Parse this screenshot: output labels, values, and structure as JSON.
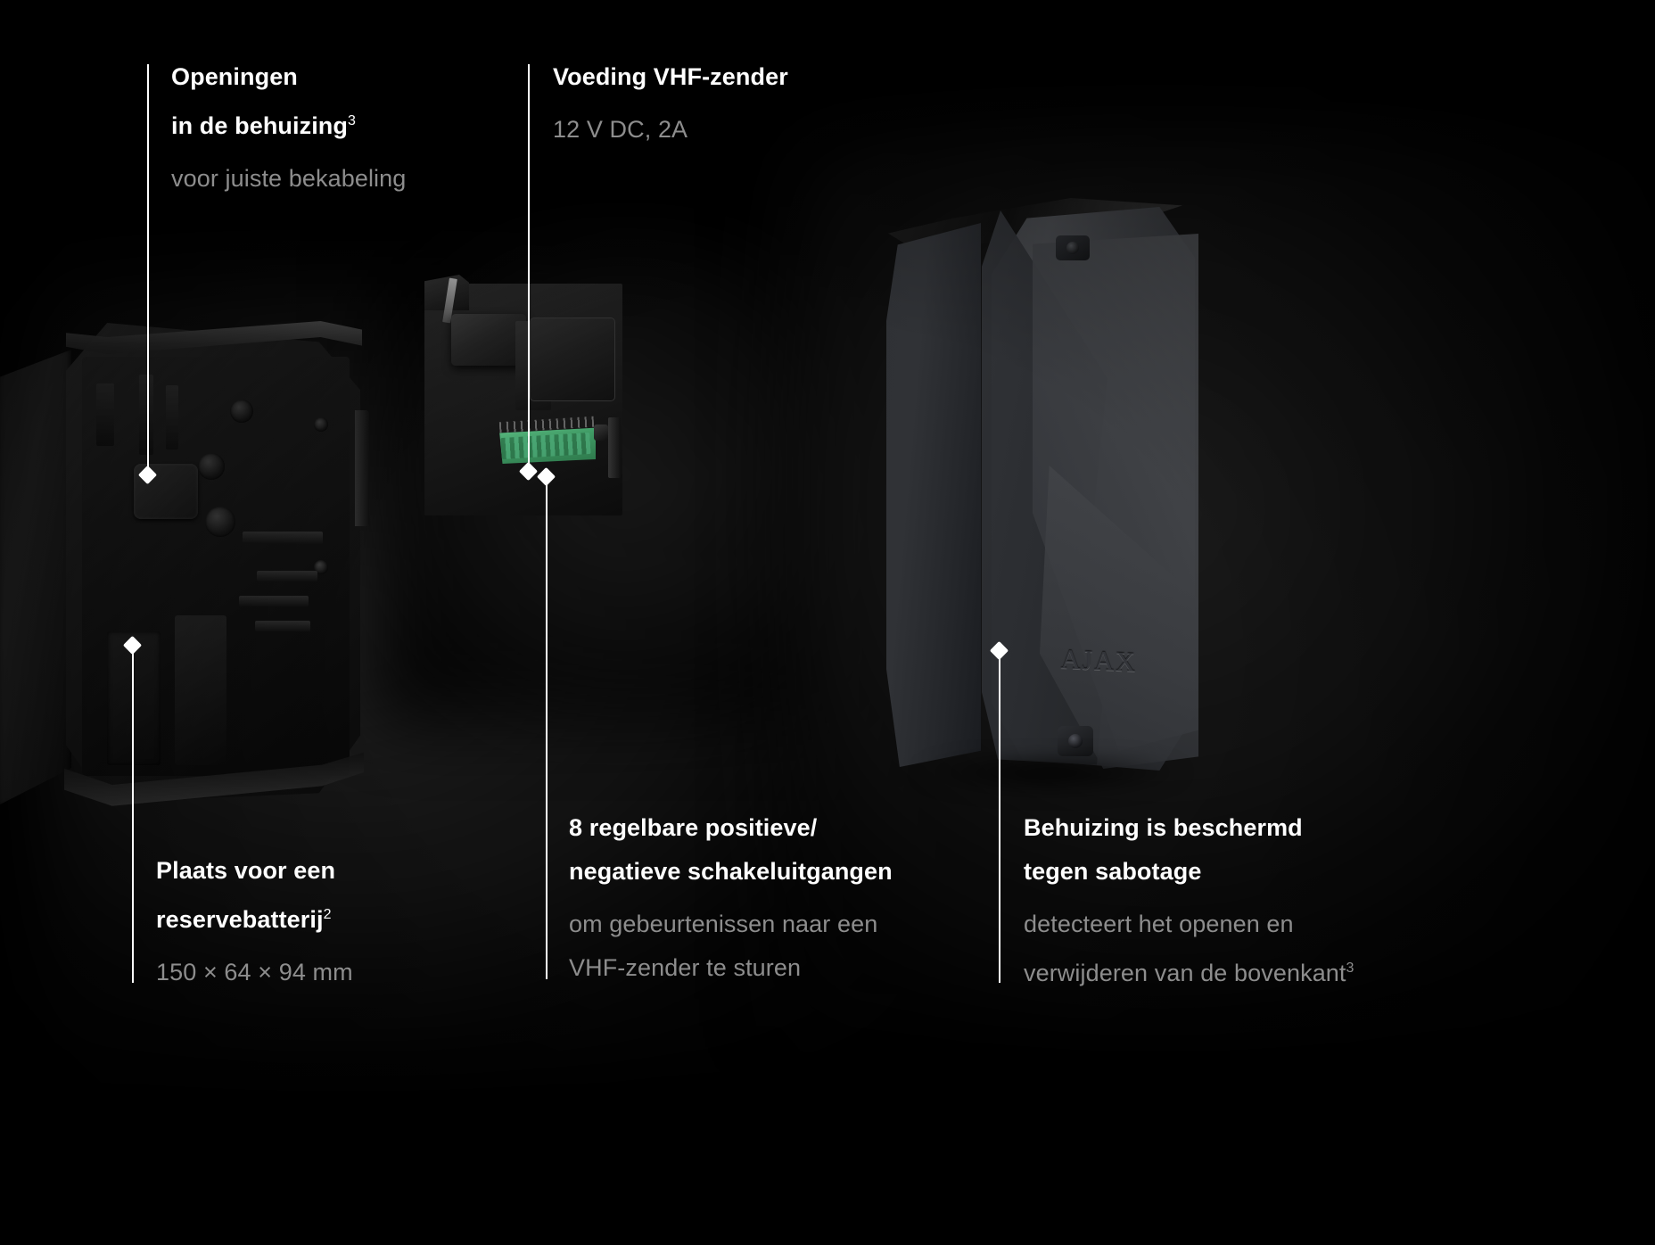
{
  "page": {
    "background_color": "#000000",
    "title_color": "#ffffff",
    "subtitle_color": "#8d8d8d",
    "accent_color": "#3f9a64"
  },
  "callouts": [
    {
      "id": "openings-in-housing",
      "title": "Openingen\nin de behuizing",
      "title_superscript": "3",
      "subtitle": "voor juiste bekabeling",
      "subtitle_superscript": "",
      "position": "top-left"
    },
    {
      "id": "vhf-transmitter-power",
      "title": "Voeding VHF-zender",
      "title_superscript": "",
      "subtitle": "12 V DC, 2A",
      "subtitle_superscript": "",
      "position": "top-middle"
    },
    {
      "id": "backup-battery-slot",
      "title": "Plaats voor een\nreservebatterij",
      "title_superscript": "2",
      "subtitle": "150 × 64 × 94 mm",
      "subtitle_superscript": "",
      "position": "bottom-left"
    },
    {
      "id": "switchable-outputs",
      "title": "8 regelbare positieve/\nnegatieve schakeluitgangen",
      "title_superscript": "",
      "subtitle": "om gebeurtenissen naar een\nVHF-zender te sturen",
      "subtitle_superscript": "",
      "position": "bottom-middle"
    },
    {
      "id": "tamper-protected-housing",
      "title": "Behuizing is beschermd\ntegen sabotage",
      "title_superscript": "",
      "subtitle": "detecteert het openen en\nverwijderen van de bovenkant",
      "subtitle_superscript": "3",
      "position": "bottom-right"
    }
  ],
  "products": [
    {
      "id": "open-enclosure",
      "name": "Geopende behuizing met montageplaat"
    },
    {
      "id": "pcb-terminal",
      "name": "Printplaat met groene schroefklem"
    },
    {
      "id": "closed-hub",
      "name": "Gesloten behuizing met AJAX-logo"
    }
  ],
  "branding": {
    "logo_text": "AJAX"
  }
}
